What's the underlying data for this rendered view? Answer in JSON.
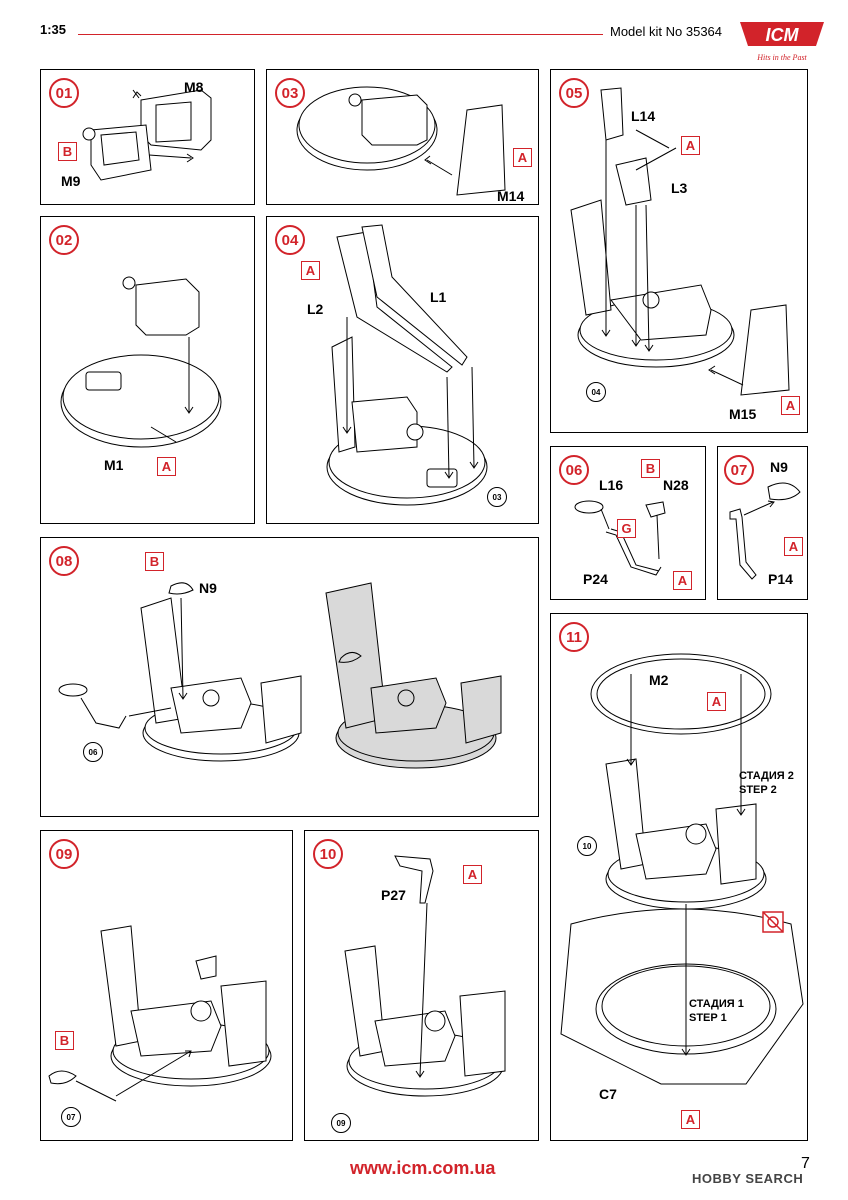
{
  "header": {
    "scale": "1:35",
    "kit": "Model kit No 35364",
    "logo_text": "ICM",
    "logo_slogan": "Hits in the Past"
  },
  "colors": {
    "accent": "#d2232a",
    "shade": "#d9d9d9"
  },
  "steps": {
    "s01": {
      "num": "01",
      "parts": [
        "M8",
        "M9"
      ],
      "tags": [
        "B"
      ]
    },
    "s02": {
      "num": "02",
      "parts": [
        "M1"
      ],
      "tags": [
        "A"
      ]
    },
    "s03": {
      "num": "03",
      "parts": [
        "M14"
      ],
      "tags": [
        "A"
      ]
    },
    "s04": {
      "num": "04",
      "parts": [
        "L2",
        "L1"
      ],
      "tags": [
        "A"
      ],
      "refs": [
        "03"
      ]
    },
    "s05": {
      "num": "05",
      "parts": [
        "L14",
        "L3",
        "M15"
      ],
      "tags": [
        "A",
        "A"
      ],
      "refs": [
        "04"
      ]
    },
    "s06": {
      "num": "06",
      "parts": [
        "L16",
        "N28",
        "P24"
      ],
      "tags": [
        "B",
        "G",
        "A"
      ]
    },
    "s07": {
      "num": "07",
      "parts": [
        "N9",
        "P14"
      ],
      "tags": [
        "A"
      ]
    },
    "s08": {
      "num": "08",
      "parts": [
        "N9"
      ],
      "tags": [
        "B"
      ],
      "refs": [
        "06"
      ]
    },
    "s09": {
      "num": "09",
      "tags": [
        "B"
      ],
      "refs": [
        "07"
      ]
    },
    "s10": {
      "num": "10",
      "parts": [
        "P27"
      ],
      "tags": [
        "A"
      ],
      "refs": [
        "09"
      ]
    },
    "s11": {
      "num": "11",
      "parts": [
        "M2",
        "C7"
      ],
      "tags": [
        "A",
        "A"
      ],
      "refs": [
        "10"
      ],
      "stage2": [
        "СТАДИЯ 2",
        "STEP 2"
      ],
      "stage1": [
        "СТАДИЯ 1",
        "STEP 1"
      ]
    }
  },
  "footer": {
    "url": "www.icm.com.ua",
    "page": "7",
    "watermark": "HOBBY SEARCH"
  }
}
